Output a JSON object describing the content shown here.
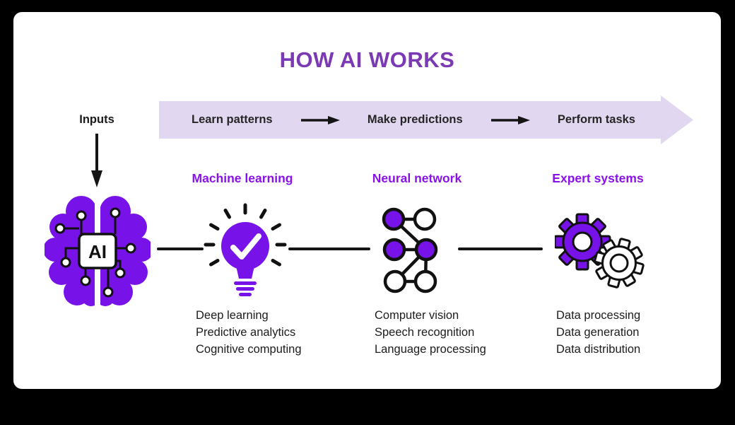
{
  "title": {
    "text": "HOW AI WORKS"
  },
  "inputs": {
    "label": "Inputs"
  },
  "banner": {
    "steps": [
      "Learn patterns",
      "Make predictions",
      "Perform tasks"
    ]
  },
  "columns": [
    {
      "header": "Machine learning",
      "icon": "lightbulb-check-icon",
      "items": [
        "Deep learning",
        "Predictive analytics",
        "Cognitive computing"
      ]
    },
    {
      "header": "Neural network",
      "icon": "neural-network-icon",
      "items": [
        "Computer vision",
        "Speech recognition",
        "Language processing"
      ]
    },
    {
      "header": "Expert systems",
      "icon": "gears-icon",
      "items": [
        "Data processing",
        "Data generation",
        "Data distribution"
      ]
    }
  ],
  "brain": {
    "chip_label": "AI",
    "icon": "brain-chip-icon"
  },
  "colors": {
    "page_background": "#000000",
    "card_background": "#ffffff",
    "title_purple": "#7b3ab4",
    "header_purple": "#8a12e8",
    "icon_purple": "#7712e8",
    "banner_lavender": "#e2d7f1",
    "text_dark": "#1c1c1c"
  }
}
